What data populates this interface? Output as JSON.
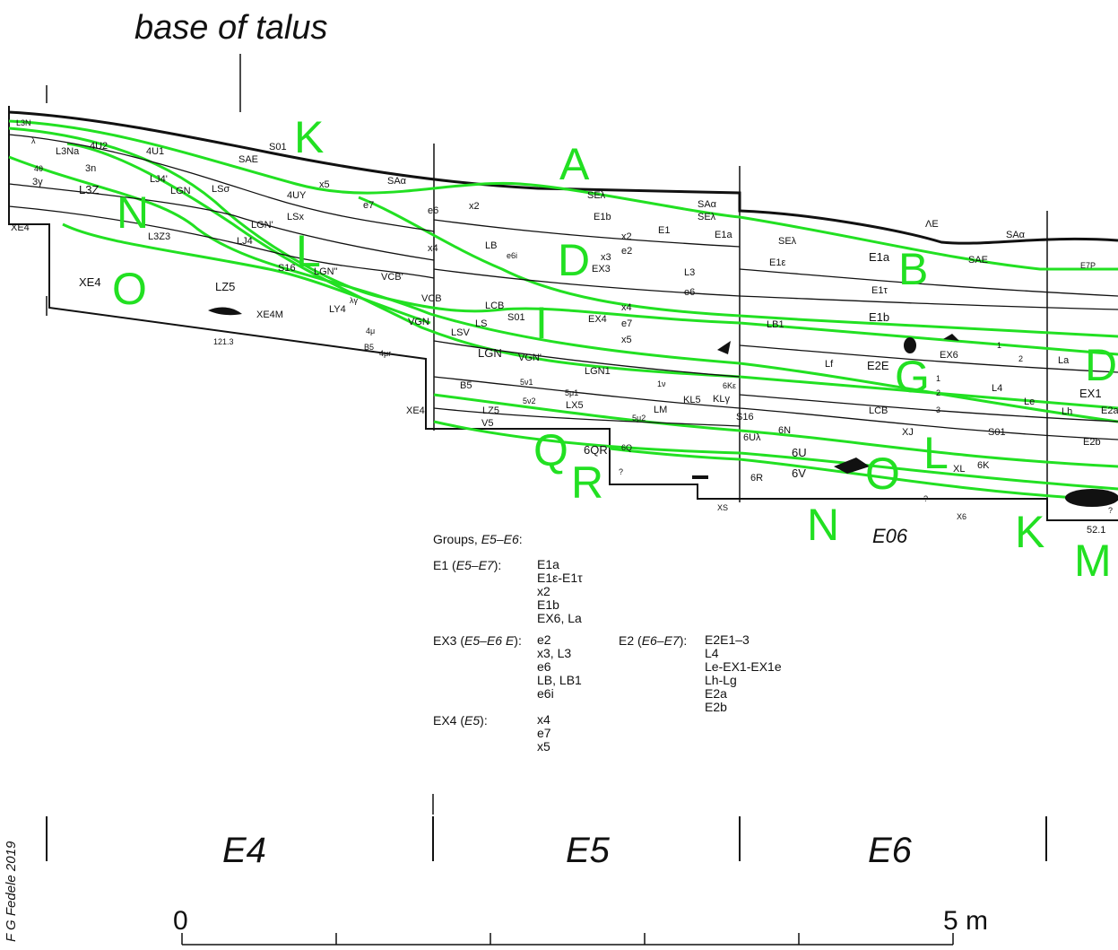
{
  "title": "base of talus",
  "credit": "F G Fedele 2019",
  "sectors": [
    "E4",
    "E5",
    "E6",
    "E06"
  ],
  "scale": {
    "start": "0",
    "end": "5 m"
  },
  "green_labels": [
    "A",
    "B",
    "D",
    "G",
    "I",
    "K",
    "L",
    "N",
    "O",
    "Q",
    "R",
    "M",
    "D",
    "L",
    "O",
    "N",
    "K"
  ],
  "section_labels": {
    "l1": "L3N",
    "l2": "λ",
    "l3": "L3Na",
    "l4": "4U2",
    "l5": "4U1",
    "l6": "3n",
    "l7": "4θ",
    "l8": "3γ",
    "l9": "L3Z",
    "l10": "LJ4'",
    "l11": "LGN",
    "l12": "LSσ",
    "l13": "SAE",
    "l14": "S01",
    "l15": "x5",
    "l16": "4UY",
    "l17": "SAα",
    "l18": "e7",
    "l19": "e6",
    "l20": "x2",
    "l21": "SEλ",
    "l22": "E1b",
    "l23": "SAα",
    "l24": "SEλ",
    "l25": "E1",
    "l26": "E1a",
    "l27": "x2",
    "l28": "e2",
    "l29": "x3",
    "l30": "EX3",
    "l31": "LB",
    "l32": "e6i",
    "l33": "x4",
    "l34": "L3",
    "l35": "e6",
    "l36": "XE4",
    "l37": "L3Z3",
    "l38": "LJ4",
    "l39": "LGN'",
    "l40": "LSx",
    "l41": "S16",
    "l42": "LGN\"",
    "l43": "VCB'",
    "l44": "VCB",
    "l45": "LCB",
    "l46": "XE4",
    "l47": "LZ5",
    "l48": "121.3",
    "l49": "XE4M",
    "l50": "LY4",
    "l51": "λγ",
    "l52": "4μ",
    "l53": "B5",
    "l54": "4μr",
    "l55": "VGN",
    "l56": "LS",
    "l57": "LSV",
    "l58": "S01",
    "l59": "LGN",
    "l60": "VGN'",
    "l61": "EX4",
    "l62": "x4",
    "l63": "e7",
    "l64": "x5",
    "l65": "LGN1",
    "l66": "B5",
    "l67": "5ν1",
    "l68": "5μ1",
    "l69": "5ν2",
    "l70": "LX5",
    "l71": "XE4",
    "l72": "LZ5",
    "l73": "V5",
    "l74": "5μ2",
    "l75": "LM",
    "l76": "1ν",
    "l77": "KL5",
    "l78": "6Kε",
    "l79": "KLγ",
    "l80": "S16",
    "l81": "6QR",
    "l82": "6Q",
    "l83": "6R",
    "l84": "XS",
    "l85": "6Uλ",
    "l86": "6N",
    "l87": "6U",
    "l88": "6V",
    "l89": "ΛE",
    "l90": "SEλ",
    "l91": "E1a",
    "l92": "SAα",
    "l93": "SAE",
    "l94": "E1ε",
    "l95": "E1τ",
    "l96": "E1b",
    "l97": "LB1",
    "l98": "Lf",
    "l99": "E2E",
    "l100": "EX6",
    "l101": "1",
    "l102": "2",
    "l103": "1",
    "l104": "2",
    "l105": "3",
    "l106": "L4",
    "l107": "LCB",
    "l108": "XJ",
    "l109": "S01",
    "l110": "Le",
    "l111": "XL",
    "l112": "6K",
    "l113": "?",
    "l114": "X6",
    "l115": "E7P",
    "l116": "La",
    "l117": "EX1",
    "l118": "Lh",
    "l119": "E2a",
    "l120": "E2b",
    "l121": "?",
    "l122": "52.1",
    "l123": "?"
  },
  "legend": {
    "heading": "Groups,",
    "heading_range": "E5–E6",
    "heading_end": ":",
    "groups": [
      {
        "name": "E1",
        "range": "E5–E7",
        "items": [
          "E1a",
          "E1ε-E1τ",
          "x2",
          "E1b",
          "EX6, La"
        ]
      },
      {
        "name": "EX3",
        "range": "E5–E6 E",
        "items": [
          "e2",
          "x3, L3",
          "e6",
          "LB, LB1",
          "e6i"
        ]
      },
      {
        "name": "EX4",
        "range": "E5",
        "items": [
          "x4",
          "e7",
          "x5"
        ]
      },
      {
        "name": "E2",
        "range": "E6–E7",
        "items": [
          "E2E1–3",
          "L4",
          "Le-EX1-EX1e",
          "Lh-Lg",
          "E2a",
          "E2b"
        ]
      }
    ]
  },
  "colors": {
    "accent": "#22e022",
    "ink": "#111111"
  }
}
